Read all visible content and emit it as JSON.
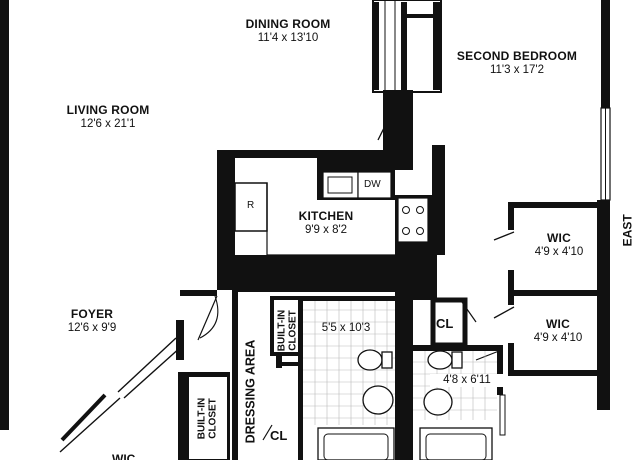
{
  "rooms": {
    "dining": {
      "name": "DINING ROOM",
      "dims": "11'4 x 13'10"
    },
    "second_bedroom": {
      "name": "SECOND BEDROOM",
      "dims": "11'3 x 17'2"
    },
    "living": {
      "name": "LIVING ROOM",
      "dims": "12'6 x 21'1"
    },
    "kitchen": {
      "name": "KITCHEN",
      "dims": "9'9 x 8'2"
    },
    "foyer": {
      "name": "FOYER",
      "dims": "12'6 x 9'9"
    },
    "wic_upper": {
      "name": "WIC",
      "dims": "4'9 x 4'10"
    },
    "wic_lower": {
      "name": "WIC",
      "dims": "4'9 x 4'10"
    },
    "master_bath": {
      "dims": "5'5 x 10'3"
    },
    "second_bath": {
      "dims": "4'8 x 6'11"
    }
  },
  "labels": {
    "east": "EAST",
    "cl_upper": "CL",
    "cl_lower": "CL",
    "dressing_area": "DRESSING AREA",
    "built_in_closet_upper": "BUILT-IN CLOSET",
    "built_in_closet_lower": "BUILT-IN CLOSET",
    "wic_partial": "WIC"
  },
  "fixtures": {
    "refrigerator": "R",
    "dishwasher": "DW"
  }
}
